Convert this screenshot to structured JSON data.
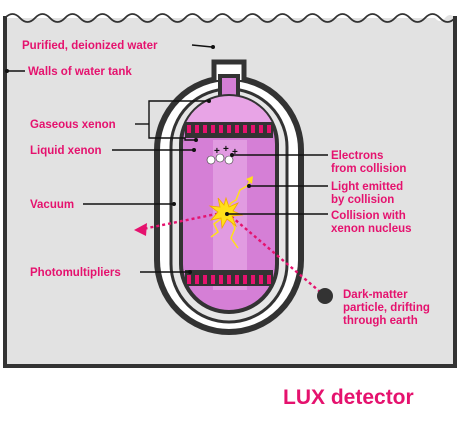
{
  "colors": {
    "accent": "#e5126e",
    "tank_fill": "#e2e2e2",
    "wall": "#333333",
    "vessel_fill": "#d57fd6",
    "pmt_stripe": "#e5126e",
    "collision_flash": "#ffe01a"
  },
  "labels": {
    "purified_water": "Purified, deionized water",
    "tank_walls": "Walls of water tank",
    "gaseous_xenon": "Gaseous xenon",
    "liquid_xenon": "Liquid xenon",
    "vacuum": "Vacuum",
    "photomultipliers": "Photomultipliers",
    "electrons": [
      "Electrons",
      "from collision"
    ],
    "light_emitted": [
      "Light emitted",
      "by collision"
    ],
    "collision": [
      "Collision with",
      "xenon nucleus"
    ],
    "dark_matter": [
      "Dark-matter",
      "particle, drifting",
      "through earth"
    ]
  },
  "title": "LUX detector",
  "electron_symbols": [
    "+",
    "+",
    "+"
  ]
}
